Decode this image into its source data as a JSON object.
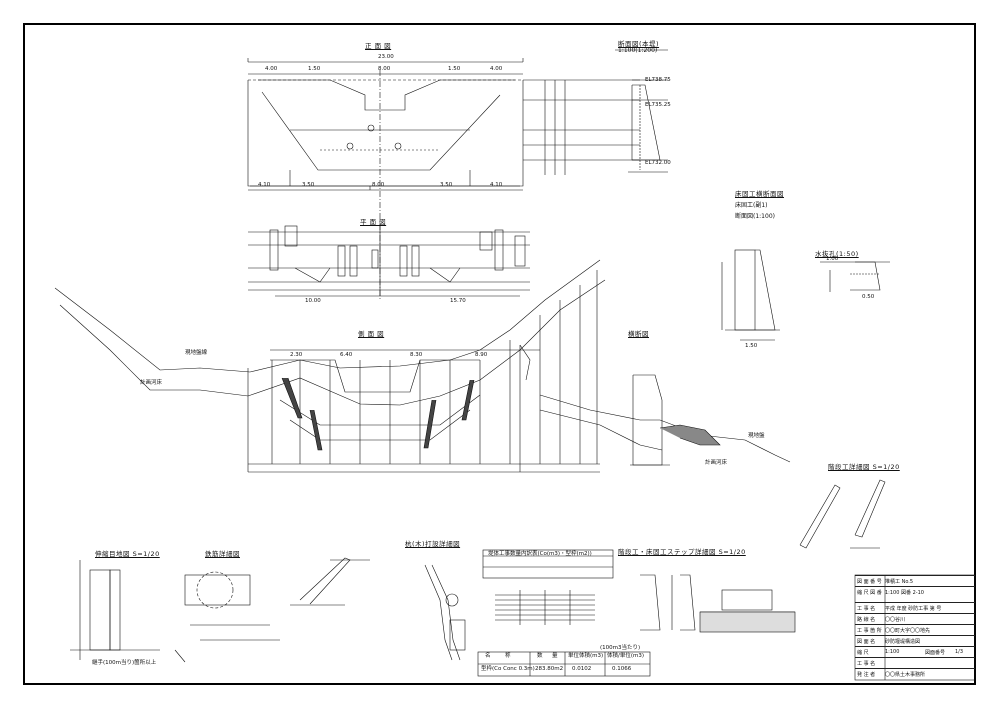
{
  "titles": {
    "front_view": "正 面 図",
    "side_view": "断面図(本堤)",
    "side_view_scale": "1:100(1:200)",
    "plan_view": "平 面 図",
    "upstream_view": "側 面 図",
    "cross_section": "横断図",
    "foundation": "床固工横断面図",
    "foundation_line1": "床固工(副1)",
    "foundation_line2": "断面図(1:100)",
    "drain": "水抜孔(1:50)",
    "step_detail": "階段工詳細図 S=1/20",
    "joint_detail": "伸縮目地図 S=1/20",
    "rebar_detail": "鉄筋詳細図",
    "pile_detail": "杭(木)打設詳細図",
    "ladder": "階段工・床固工ステップ詳細図 S=1/20",
    "table_title": "堤体工事数量内訳表(Co(m3)・型枠(m2))"
  },
  "side_labels": {
    "left1": "現地盤線",
    "left2": "計画河床",
    "right_ground": "現地盤",
    "right_slope": "計画河床",
    "joint_note": "継手(100m当り)箇所以上"
  },
  "dims": {
    "front_top": "23.00",
    "front_seg": [
      "4.00",
      "1.50",
      "8.00",
      "1.50",
      "4.00"
    ],
    "front_bottom": [
      "4.10",
      "3.50",
      "8.00",
      "3.50",
      "4.10"
    ],
    "plan_bottom": [
      "10.00",
      "15.70"
    ],
    "cross_top": [
      "2.30",
      "6.40",
      "8.30",
      "8.90"
    ],
    "drain_vals": [
      "1.00",
      "0.50",
      "1.50"
    ],
    "el_labels": [
      "EL738.75",
      "EL735.25",
      "EL732.00"
    ]
  },
  "table": {
    "header": [
      "名",
      "称",
      "数",
      "量",
      "単位体積(m3)",
      "体積/単位(m3)"
    ],
    "row": [
      "型枠(Co Conc 0.3m)",
      "283.80m2",
      "0.0102",
      "0.1066"
    ],
    "unit_note": "(100m3当たり)"
  },
  "titleblock": {
    "rows": [
      {
        "k": "図 面 番 号",
        "v": "堆積工 No.5"
      },
      {
        "k": "縮 尺 図 番",
        "v": "1:100 図番 2-10"
      },
      {
        "k": "工 事 名",
        "v": "平成 年度 砂防工事 第 号"
      },
      {
        "k": "路 線 名",
        "v": "〇〇谷川"
      },
      {
        "k": "工 事 箇 所",
        "v": "〇〇町大字〇〇地先"
      },
      {
        "k": "図 面 名",
        "v": "砂防堰堤構造図"
      },
      {
        "k": "縮 尺",
        "v": "1:100"
      },
      {
        "k": "工 事 名",
        "v": ""
      },
      {
        "k": "発 注 者",
        "v": "〇〇県土木事務所"
      }
    ],
    "sheet": "図面番号",
    "sheet_no": "1/3"
  },
  "colors": {
    "ink": "#111111",
    "frame": "#000000",
    "ground": "#222222"
  }
}
